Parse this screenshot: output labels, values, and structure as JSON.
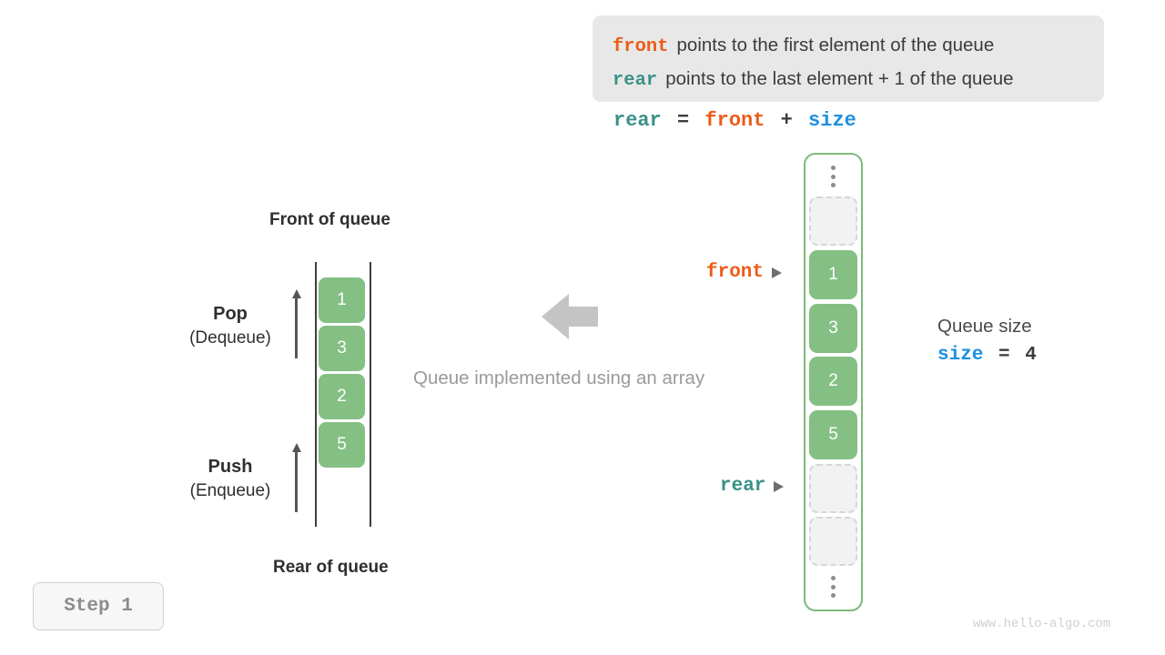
{
  "legend": {
    "lines": [
      {
        "keyword": "front",
        "keyword_color": "#ec5b17",
        "text": "points to the first element of the queue"
      },
      {
        "keyword": "rear",
        "keyword_color": "#3a9188",
        "text": "points to the last element + 1 of the queue"
      }
    ]
  },
  "formula": {
    "lhs": "rear",
    "eq": "=",
    "rhs1": "front",
    "plus": "+",
    "rhs2": "size"
  },
  "queue_diagram": {
    "top_label": "Front of queue",
    "bottom_label": "Rear of queue",
    "pop": {
      "main": "Pop",
      "sub": "(Dequeue)"
    },
    "push": {
      "main": "Push",
      "sub": "(Enqueue)"
    },
    "cells": [
      "1",
      "3",
      "2",
      "5"
    ]
  },
  "center": {
    "caption": "Queue implemented using an array",
    "arrow_direction": "left",
    "arrow_color": "#c4c4c4"
  },
  "array": {
    "slots": [
      {
        "kind": "ellipsis",
        "value": ""
      },
      {
        "kind": "empty",
        "value": ""
      },
      {
        "kind": "filled",
        "value": "1"
      },
      {
        "kind": "filled",
        "value": "3"
      },
      {
        "kind": "filled",
        "value": "2"
      },
      {
        "kind": "filled",
        "value": "5"
      },
      {
        "kind": "empty",
        "value": ""
      },
      {
        "kind": "empty",
        "value": ""
      },
      {
        "kind": "ellipsis",
        "value": ""
      }
    ],
    "border_color": "#7cba7c",
    "filled_color": "#84bf84"
  },
  "pointers": {
    "front": {
      "label": "front",
      "color": "#ec5b17"
    },
    "rear": {
      "label": "rear",
      "color": "#3a9188"
    }
  },
  "queue_size": {
    "title": "Queue size",
    "var": "size",
    "eq": "=",
    "value": "4"
  },
  "step_badge": {
    "label": "Step 1"
  },
  "watermark": {
    "text": "www.hello-algo.com"
  }
}
